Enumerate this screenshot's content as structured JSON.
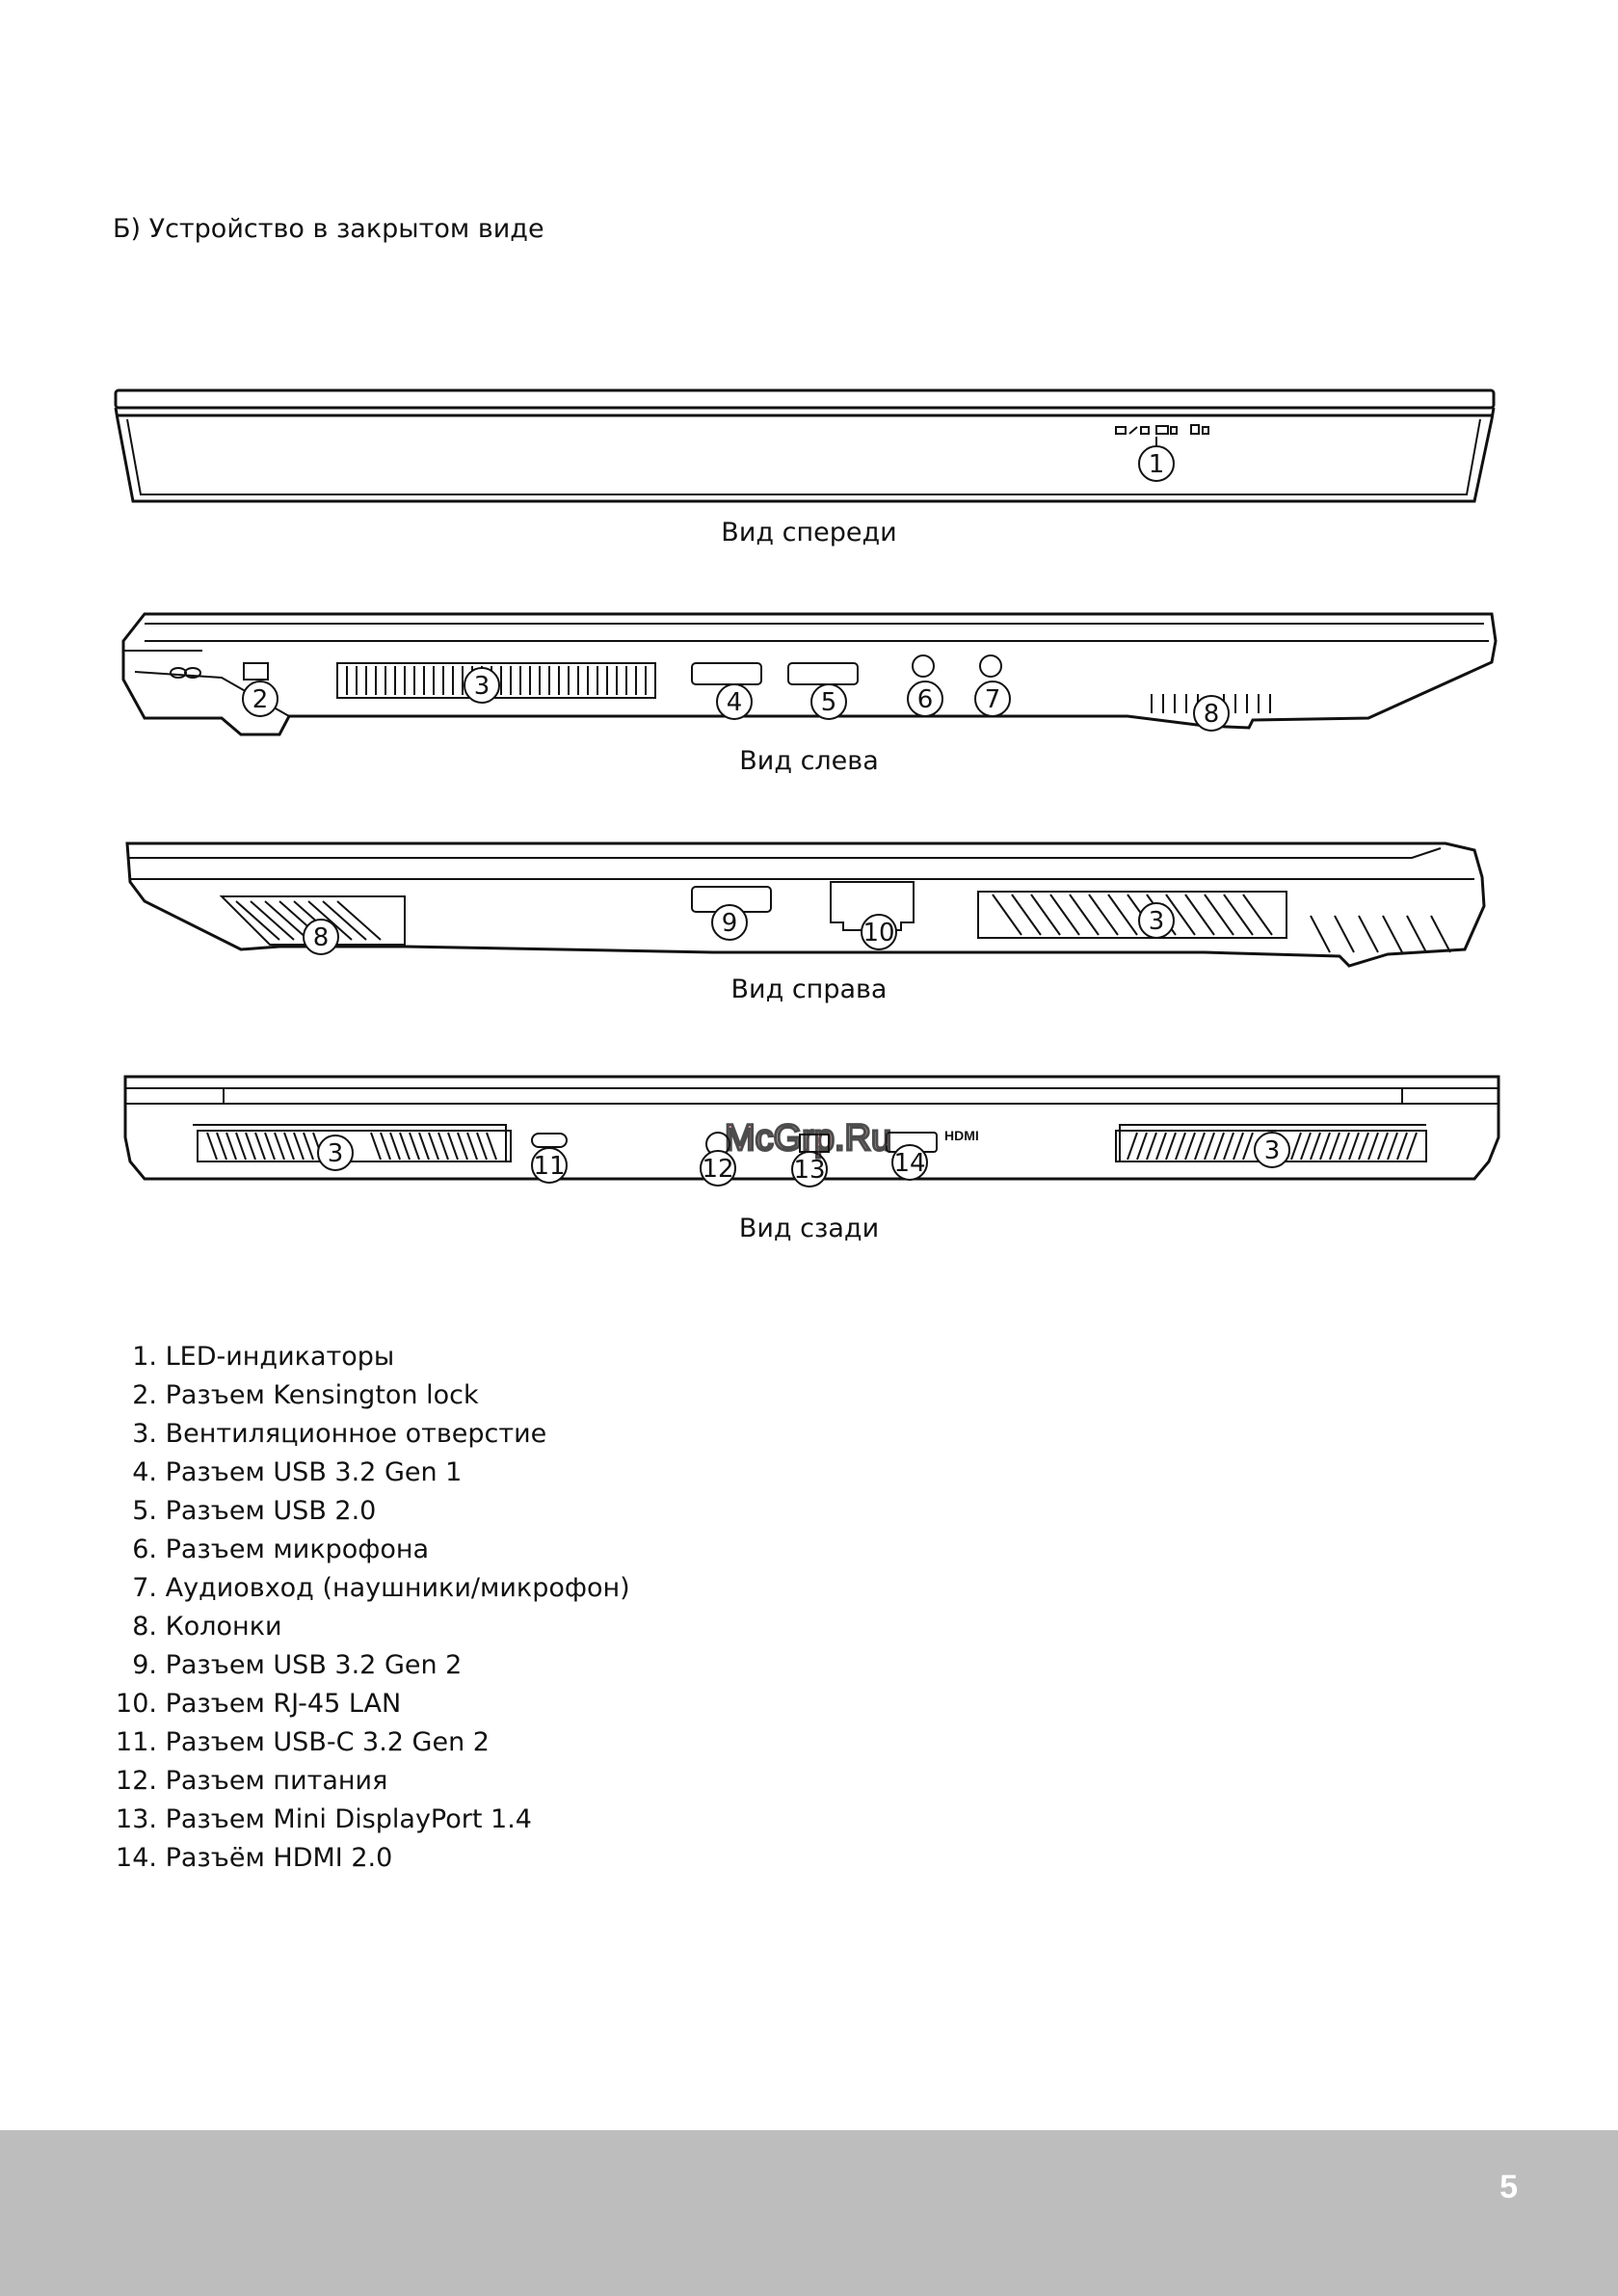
{
  "heading": "Б) Устройство в закрытом виде",
  "views": {
    "front": {
      "caption": "Вид спереди",
      "callouts": [
        "1"
      ]
    },
    "left": {
      "caption": "Вид слева",
      "callouts": [
        "2",
        "3",
        "4",
        "5",
        "6",
        "7",
        "8"
      ]
    },
    "right": {
      "caption": "Вид справа",
      "callouts": [
        "8",
        "9",
        "10",
        "3"
      ]
    },
    "back": {
      "caption": "Вид сзади",
      "callouts": [
        "3",
        "11",
        "12",
        "13",
        "14",
        "3"
      ],
      "port_label": "HDMI"
    }
  },
  "watermark": "McGrp.Ru",
  "legend": [
    {
      "num": "1.",
      "text": "LED-индикаторы"
    },
    {
      "num": "2.",
      "text": "Разъем Kensington lock"
    },
    {
      "num": "3.",
      "text": "Вентиляционное отверстие"
    },
    {
      "num": "4.",
      "text": "Разъем USB 3.2 Gen 1"
    },
    {
      "num": "5.",
      "text": "Разъем USB 2.0"
    },
    {
      "num": "6.",
      "text": "Разъем микрофона"
    },
    {
      "num": "7.",
      "text": "Аудиовход (наушники/микрофон)"
    },
    {
      "num": "8.",
      "text": "Колонки"
    },
    {
      "num": "9.",
      "text": "Разъем USB 3.2 Gen 2"
    },
    {
      "num": "10.",
      "text": "Разъем RJ-45 LAN"
    },
    {
      "num": "11.",
      "text": "Разъем USB-C 3.2 Gen 2"
    },
    {
      "num": "12.",
      "text": "Разъем питания"
    },
    {
      "num": "13.",
      "text": "Разъем Mini DisplayPort 1.4"
    },
    {
      "num": "14.",
      "text": "Разъём HDMI 2.0"
    }
  ],
  "page_number": "5"
}
